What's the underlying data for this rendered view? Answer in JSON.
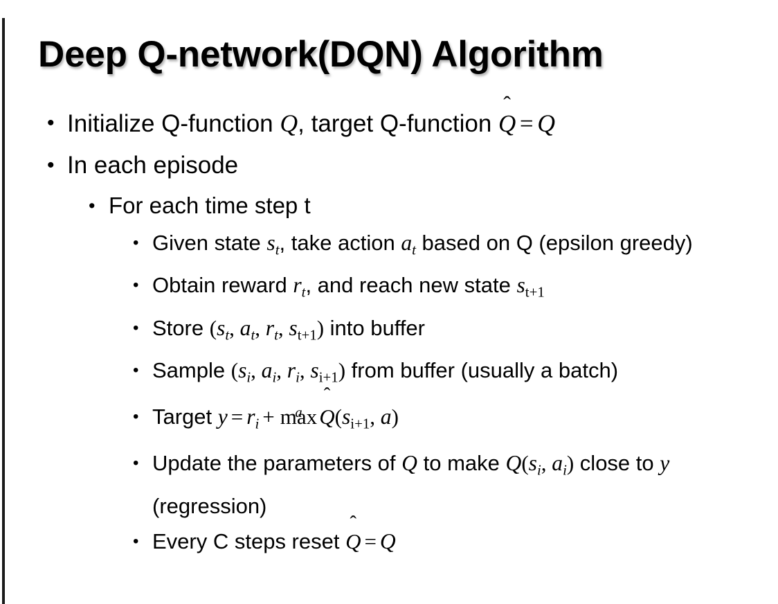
{
  "slide": {
    "title": "Deep Q-network(DQN) Algorithm",
    "background_color": "#ffffff",
    "text_color": "#000000",
    "accent_rule_color": "#1a1a1a",
    "bullet_glyph": "•"
  },
  "content": {
    "l1_initialize": {
      "pre": "Initialize Q-function ",
      "q1": "Q",
      "mid": ", target Q-function ",
      "qhat": "Q",
      "hat": "̂",
      "eq": "=",
      "q2": "Q"
    },
    "l1_in_each_episode": "In each episode",
    "l2_for_each_time_step": "For each time step t",
    "l3_given_state": {
      "pre": "Given state ",
      "s": "s",
      "s_sub": "t",
      "mid": ", take action ",
      "a": "a",
      "a_sub": "t",
      "post": " based on Q (epsilon greedy)"
    },
    "l3_obtain_reward": {
      "pre": "Obtain reward ",
      "r": "r",
      "r_sub": "t",
      "mid": ", and reach new state ",
      "s": "s",
      "s_sub": "t+1"
    },
    "l3_store": {
      "pre": "Store ",
      "open": "(",
      "s": "s",
      "s_sub": "t",
      "c1": ", ",
      "a": "a",
      "a_sub": "t",
      "c2": ", ",
      "r": "r",
      "r_sub": "t",
      "c3": ", ",
      "s2": "s",
      "s2_sub": "t+1",
      "close": ")",
      "post": " into buffer"
    },
    "l3_sample": {
      "pre": "Sample ",
      "open": "(",
      "s": "s",
      "s_sub": "i",
      "c1": ", ",
      "a": "a",
      "a_sub": "i",
      "c2": ", ",
      "r": "r",
      "r_sub": "i",
      "c3": ", ",
      "s2": "s",
      "s2_sub": "i+1",
      "close": ")",
      "post": " from buffer (usually a batch)"
    },
    "l3_target": {
      "pre": "Target ",
      "y": "y",
      "eq": "=",
      "r": "r",
      "r_sub": "i",
      "plus": "+",
      "max": "max",
      "max_limit": "a",
      "qhat": "Q",
      "hat": "̂",
      "open": "(",
      "s": "s",
      "s_sub": "i+1",
      "comma": ", ",
      "a": "a",
      "close": ")"
    },
    "l3_update": {
      "pre": "Update the parameters of ",
      "q1": "Q",
      "mid": " to make ",
      "q2": "Q",
      "open": "(",
      "s": "s",
      "s_sub": "i",
      "comma": ", ",
      "a": "a",
      "a_sub": "i",
      "close": ")",
      "post": " close to ",
      "y": "y",
      "tail": " (regression)"
    },
    "l3_every_c": {
      "pre": "Every C steps reset ",
      "qhat": "Q",
      "hat": "̂",
      "eq": "=",
      "q": "Q"
    }
  }
}
